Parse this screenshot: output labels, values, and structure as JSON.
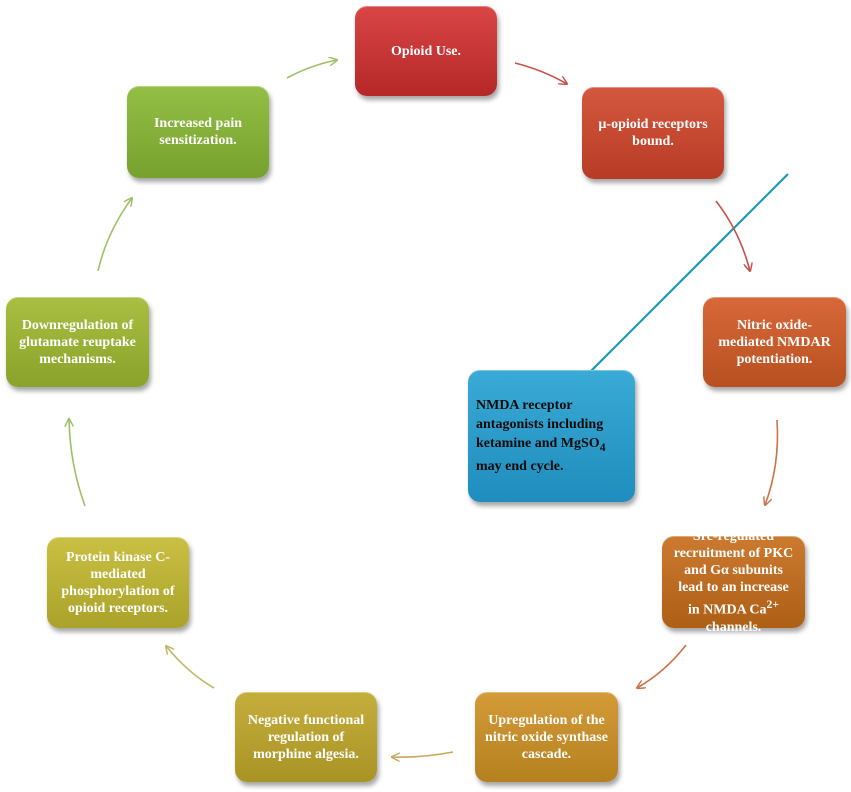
{
  "nodes": {
    "opioid_use": "Opioid Use.",
    "mu_opioid": "µ-opioid receptors bound.",
    "nitric": "Nitric oxide-mediated NMDAR potentiation.",
    "src": {
      "part1": "Src-regulated recruitment of PKC and Gα subunits lead to an increase in NMDA Ca",
      "sup": "2+",
      "part2": " channels."
    },
    "upreg": "Upregulation of the nitric oxide synthase cascade.",
    "negative": "Negative functional regulation of morphine algesia.",
    "pkc": "Protein kinase C-mediated phosphorylation of opioid receptors.",
    "downreg": "Downregulation of glutamate reuptake mechanisms.",
    "increased": "Increased pain sensitization.",
    "nmda": {
      "part1": "NMDA receptor antagonists including ketamine and MgSO",
      "sub": "4",
      "part2": " may end cycle."
    }
  },
  "colors": {
    "opioid_use": "#c83535",
    "mu_opioid": "#c64a32",
    "nitric": "#c85c2c",
    "src": "#bc6d22",
    "upreg": "#c48e2b",
    "negative": "#b7a130",
    "pkc": "#bab136",
    "downreg": "#9ab036",
    "increased": "#85b03a",
    "nmda": "#2c9cc9",
    "intervention_line": "#1a9bb5"
  }
}
